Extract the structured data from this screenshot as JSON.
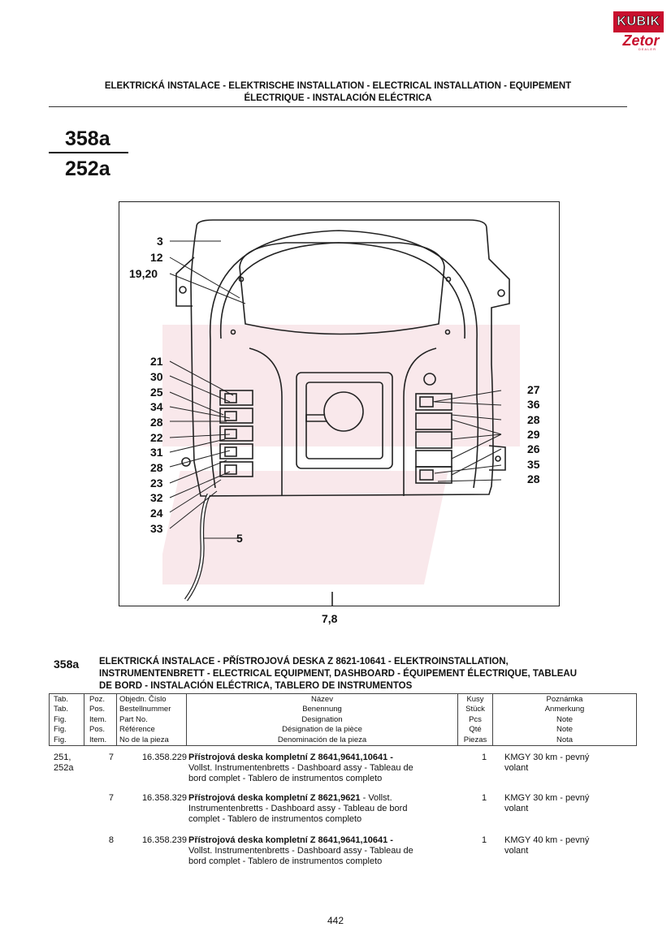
{
  "logo": {
    "kubik": "KUBIK",
    "zetor": "Zetor",
    "dealer": "DEALER"
  },
  "header": {
    "line1": "ELEKTRICKÁ INSTALACE - ELEKTRISCHE INSTALLATION - ELECTRICAL INSTALLATION - EQUIPEMENT",
    "line2": "ÉLECTRIQUE - INSTALACIÓN ELÉCTRICA"
  },
  "page_group": {
    "top": "358a",
    "bottom": "252a"
  },
  "callouts_left": [
    "3",
    "12",
    "19,20",
    "21",
    "30",
    "25",
    "34",
    "28",
    "22",
    "31",
    "28",
    "23",
    "32",
    "24",
    "33",
    "5"
  ],
  "callouts_right": [
    "27",
    "36",
    "28",
    "29",
    "26",
    "35",
    "28"
  ],
  "figure_bottom_label": "7,8",
  "section": {
    "code": "358a",
    "title_lines": [
      "ELEKTRICKÁ INSTALACE - PŘÍSTROJOVÁ DESKA Z 8621-10641 - ELEKTROINSTALLATION,",
      "INSTRUMENTENBRETT - ELECTRICAL EQUIPMENT, DASHBOARD - ÉQUIPEMENT ÉLECTRIQUE, TABLEAU",
      "DE BORD - INSTALACIÓN ELÉCTRICA, TABLERO DE INSTRUMENTOS"
    ]
  },
  "table_header": {
    "tab": [
      "Tab.",
      "Tab.",
      "Fig.",
      "Fig.",
      "Fig."
    ],
    "pos": [
      "Poz.",
      "Pos.",
      "Item.",
      "Pos.",
      "Item."
    ],
    "number": [
      "Objedn. Číslo",
      "Bestellnummer",
      "Part No.",
      "Référence",
      "No de la pieza"
    ],
    "name": [
      "Název",
      "Benennung",
      "Designation",
      "Désignation de la pièce",
      "Denominación de la pieza"
    ],
    "qty": [
      "Kusy",
      "Stück",
      "Pcs",
      "Qté",
      "Piezas"
    ],
    "note": [
      "Poznámka",
      "Anmerkung",
      "Note",
      "Note",
      "Nota"
    ]
  },
  "rows": [
    {
      "fig": [
        "251,",
        "252a"
      ],
      "pos": "7",
      "number": "16.358.229",
      "desc_bold": "Přístrojová deska kompletní Z 8641,9641,10641  -",
      "desc_rest": [
        "Vollst. Instrumentenbretts - Dashboard assy - Tableau de",
        "bord complet - Tablero de instrumentos completo"
      ],
      "qty": "1",
      "note": [
        "KMGY 30 km - pevný",
        "volant"
      ]
    },
    {
      "fig": [],
      "pos": "7",
      "number": "16.358.329",
      "desc_bold": "Přístrojová deska kompletní Z 8621,9621",
      "desc_tail": " - Vollst.",
      "desc_rest": [
        "Instrumentenbretts - Dashboard assy - Tableau de bord",
        "complet - Tablero de instrumentos completo"
      ],
      "qty": "1",
      "note": [
        "KMGY 30 km - pevný",
        "volant"
      ]
    },
    {
      "fig": [],
      "pos": "8",
      "number": "16.358.239",
      "desc_bold": "Přístrojová deska kompletní Z 8641,9641,10641  -",
      "desc_rest": [
        "Vollst. Instrumentenbretts - Dashboard assy - Tableau de",
        "bord complet - Tablero de instrumentos completo"
      ],
      "qty": "1",
      "note": [
        "KMGY 40 km - pevný",
        "volant"
      ]
    }
  ],
  "footer": {
    "page_number": "442"
  }
}
